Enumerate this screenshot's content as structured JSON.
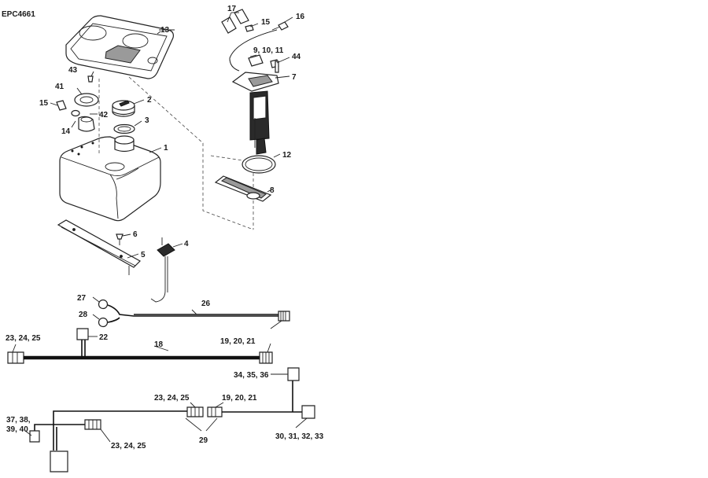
{
  "diagram_id": "EPC4661",
  "callouts": {
    "c1": "1",
    "c2": "2",
    "c3": "3",
    "c4": "4",
    "c5": "5",
    "c6": "6",
    "c7": "7",
    "c8": "8",
    "c9_11": "9, 10, 11",
    "c12": "12",
    "c13": "13",
    "c14": "14",
    "c15a": "15",
    "c15b": "15",
    "c16": "16",
    "c17": "17",
    "c18": "18",
    "c19_21a": "19, 20, 21",
    "c19_21b": "19, 20, 21",
    "c22": "22",
    "c23_25a": "23, 24, 25",
    "c23_25b": "23, 24, 25",
    "c23_25c": "23, 24, 25",
    "c26": "26",
    "c27": "27",
    "c28": "28",
    "c29": "29",
    "c30_33": "30, 31, 32, 33",
    "c34_36": "34, 35, 36",
    "c37_38": "37, 38,",
    "c39_40": "39, 40",
    "c41": "41",
    "c42": "42",
    "c43": "43",
    "c44": "44"
  }
}
